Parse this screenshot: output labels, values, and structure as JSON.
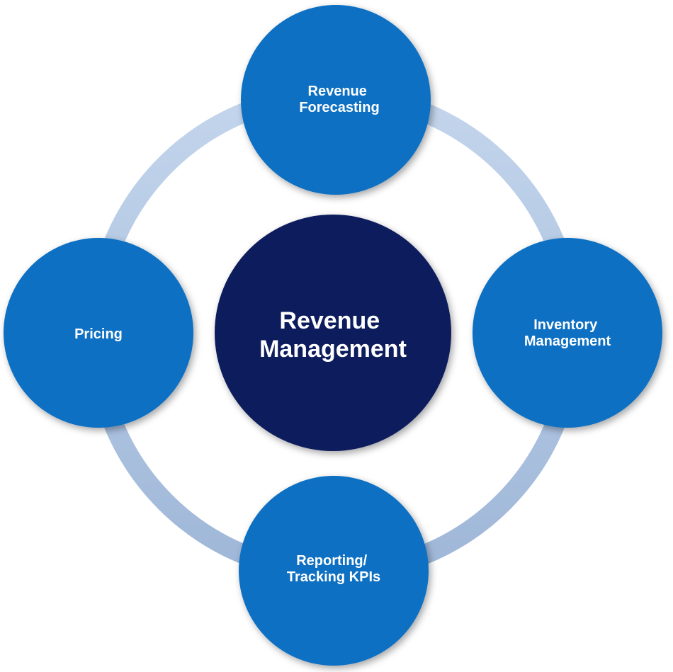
{
  "center": {
    "label_lines": [
      "Revenue",
      "Management"
    ]
  },
  "nodes": [
    {
      "id": "revenue-forecasting",
      "label_lines": [
        "Revenue",
        "Forecasting"
      ]
    },
    {
      "id": "inventory-management",
      "label_lines": [
        "Inventory",
        "Management"
      ]
    },
    {
      "id": "reporting-tracking-kpis",
      "label_lines": [
        "Reporting/",
        "Tracking KPIs"
      ]
    },
    {
      "id": "pricing",
      "label_lines": [
        "Pricing"
      ]
    }
  ],
  "colors": {
    "ring_top": "#c3d5ec",
    "ring_bottom": "#9fb7d8",
    "node_fill": "#0a6fc2",
    "center_fill": "#0b1f5c",
    "label_text": "#ffffff"
  }
}
